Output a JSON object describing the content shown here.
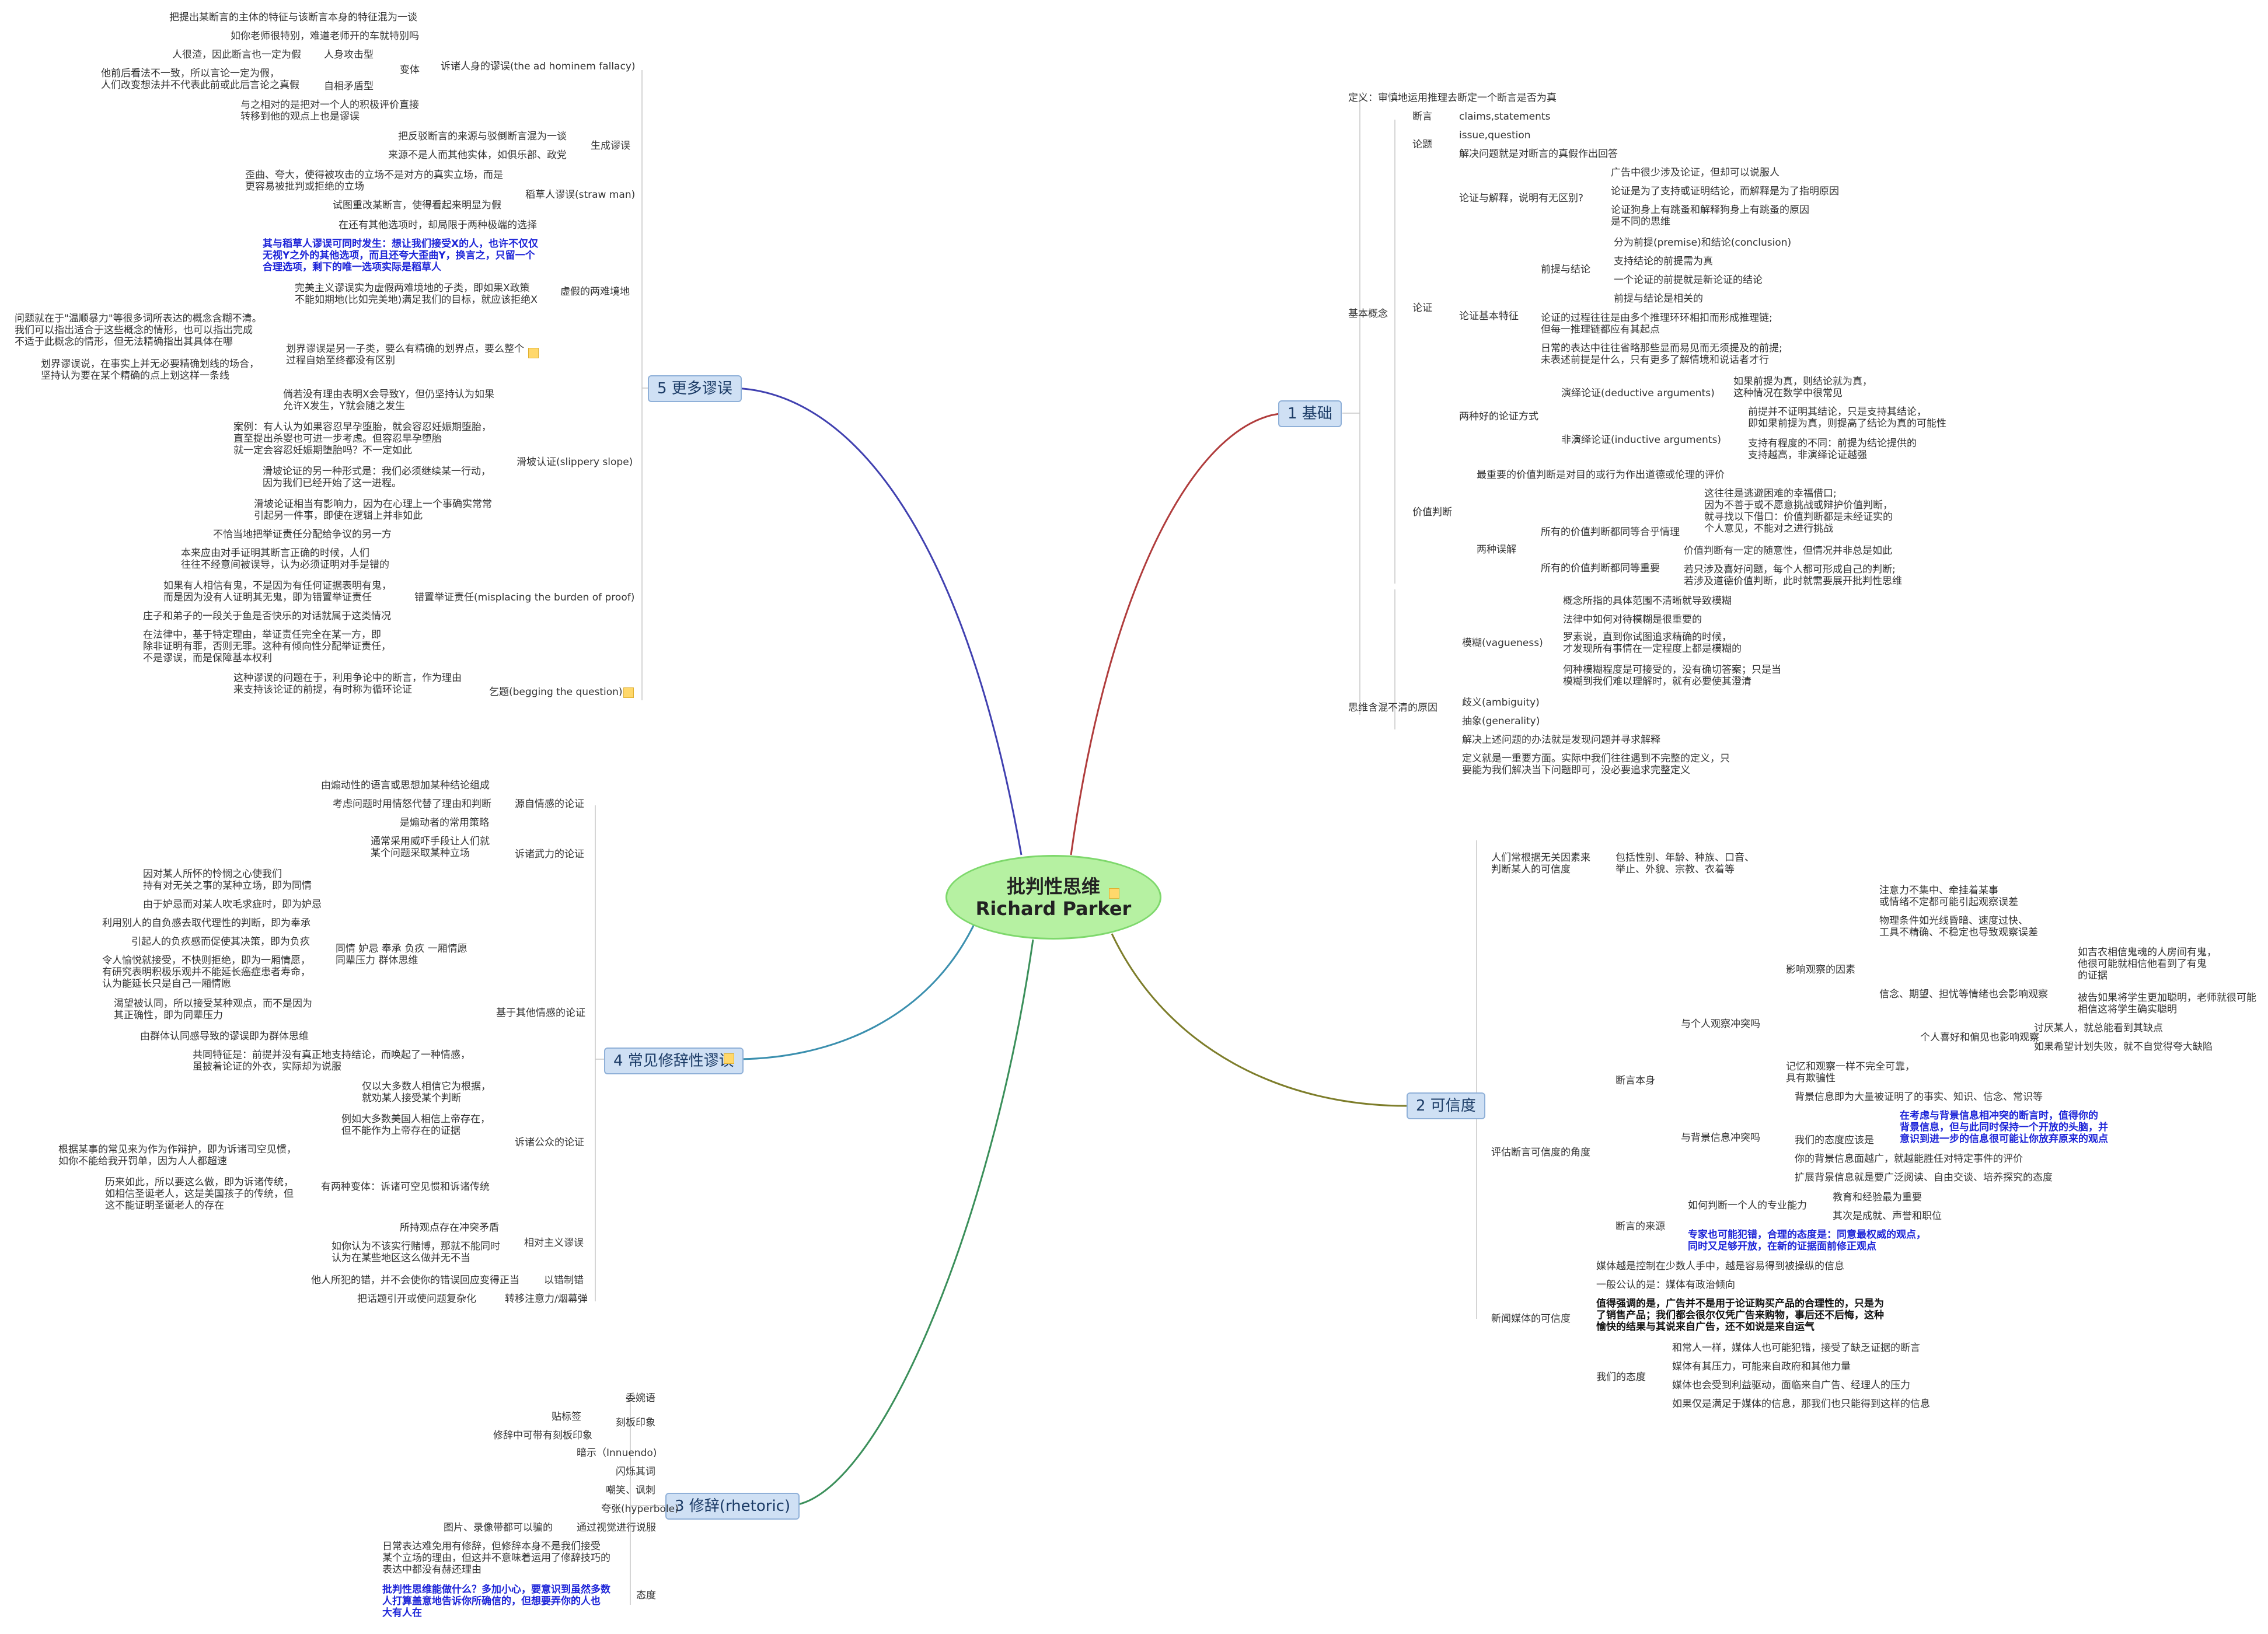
{
  "center": {
    "line1": "批判性思维",
    "line2": "Richard Parker"
  },
  "topics": {
    "t1": "1 基础",
    "t2": "2 可信度",
    "t3": "3 修辞(rhetoric)",
    "t4": "4 常见修辞性谬误",
    "t5": "5 更多谬误"
  },
  "colors": {
    "t1": "#b03c3c",
    "t2": "#7d7d2a",
    "t3": "#3a8f5a",
    "t4": "#3a8fae",
    "t5": "#4040b0",
    "center_fill": "#b6f1a2"
  },
  "icons": [
    "note-icon"
  ],
  "nodes": [
    "定义：审慎地运用推理去断定一个断言是否为真",
    "断言",
    "claims,statements",
    "论题",
    "issue,question",
    "解决问题就是对断言的真假作出回答",
    "论证与解释，说明有无区别?",
    "广告中很少涉及论证，但却可以说服人",
    "论证是为了支持或证明结论，而解释是为了指明原因",
    "论证狗身上有跳蚤和解释狗身上有跳蚤的原因\n是不同的思维",
    "论证",
    "前提与结论",
    "分为前提(premise)和结论(conclusion)",
    "支持结论的前提需为真",
    "一个论证的前提就是新论证的结论",
    "前提与结论是相关的",
    "论证基本特征",
    "论证的过程往往是由多个推理环环相扣而形成推理链;\n但每一推理链都应有其起点",
    "日常的表达中往往省略那些显而易见而无须提及的前提;\n未表述前提是什么，只有更多了解情境和说话者才行",
    "两种好的论证方式",
    "演绎论证(deductive arguments)",
    "如果前提为真，则结论就为真，\n这种情况在数学中很常见",
    "非演绎论证(inductive arguments)",
    "前提并不证明其结论，只是支持其结论，\n即如果前提为真，则提高了结论为真的可能性",
    "支持有程度的不同：前提为结论提供的\n支持越高，非演绎论证越强",
    "基本概念",
    "价值判断",
    "最重要的价值判断是对目的或行为作出道德或伦理的评价",
    "两种误解",
    "所有的价值判断都同等合乎情理",
    "这往往是逃避困难的幸福借口;\n因为不善于或不愿意挑战或辩护价值判断，\n就寻找以下借口：价值判断都是未经证实的\n个人意见，不能对之进行挑战",
    "所有的价值判断都同等重要",
    "价值判断有一定的随意性，但情况并非总是如此",
    "若只涉及喜好问题，每个人都可形成自己的判断;\n若涉及道德价值判断，此时就需要展开批判性思维",
    "思维含混不清的原因",
    "模糊(vagueness)",
    "概念所指的具体范围不清晰就导致模糊",
    "法律中如何对待模糊是很重要的",
    "罗素说，直到你试图追求精确的时候，\n才发现所有事情在一定程度上都是模糊的",
    "何种模糊程度是可接受的，没有确切答案；只是当\n模糊到我们难以理解时，就有必要使其澄清",
    "歧义(ambiguity)",
    "抽象(generality)",
    "解决上述问题的办法就是发现问题并寻求解释",
    "定义就是一重要方面。实际中我们往往遇到不完整的定义，只\n要能为我们解决当下问题即可，没必要追求完整定义",
    "人们常根据无关因素来\n判断某人的可信度",
    "包括性别、年龄、种族、口音、\n举止、外貌、宗教、衣着等",
    "评估断言可信度的角度",
    "断言本身",
    "与个人观察冲突吗",
    "影响观察的因素",
    "注意力不集中、牵挂着某事\n或情绪不定都可能引起观察误差",
    "物理条件如光线昏暗、速度过快、\n工具不精确、不稳定也导致观察误差",
    "信念、期望、担忧等情绪也会影响观察",
    "如吉农相信鬼魂的人房间有鬼，\n他很可能就相信他看到了有鬼\n的证据",
    "被告如果将学生更加聪明，老师就很可能\n相信这将学生确实聪明",
    "个人喜好和偏见也影响观察",
    "讨厌某人，就总能看到其缺点",
    "如果希望计划失败，就不自觉得夸大缺陷",
    "记忆和观察一样不完全可靠，\n具有欺骗性",
    "与背景信息冲突吗",
    "背景信息即为大量被证明了的事实、知识、信念、常识等",
    "我们的态度应该是",
    "在考虑与背景信息相冲突的断言时，值得你的\n背景信息，但与此同时保持一个开放的头脑，并\n意识到进一步的信息很可能让你放弃原来的观点",
    "你的背景信息面越广，就越能胜任对特定事件的评价",
    "扩展背景信息就是要广泛阅读、自由交谈、培养探究的态度",
    "断言的来源",
    "如何判断一个人的专业能力",
    "教育和经验最为重要",
    "其次是成就、声誉和职位",
    "专家也可能犯错，合理的态度是：同意最权威的观点，\n同时又足够开放，在新的证据面前修正观点",
    "新闻媒体的可信度",
    "媒体越是控制在少数人手中，越是容易得到被操纵的信息",
    "一般公认的是：媒体有政治倾向",
    "值得强调的是，广告并不是用于论证购买产品的合理性的，只是为\n了销售产品；我们都会很尔仅凭广告来购物，事后还不后悔，这种\n愉快的结果与其说来自广告，还不如说是来自运气",
    "我们的态度",
    "和常人一样，媒体人也可能犯错，接受了缺乏证据的断言",
    "媒体有其压力，可能来自政府和其他力量",
    "媒体也会受到利益驱动，面临来自广告、经理人的压力",
    "如果仅是满足于媒体的信息，那我们也只能得到这样的信息",
    "修辞中可带有刻板印象",
    "委婉语",
    "刻板印象",
    "贴标签",
    "暗示（Innuendo)",
    "闪烁其词",
    "嘲笑、讽刺",
    "夸张(hyperbole)",
    "通过视觉进行说服",
    "图片、录像带都可以骗的",
    "态度",
    "日常表达难免用有修辞，但修辞本身不是我们接受\n某个立场的理由，但这并不意味着运用了修辞技巧的\n表达中都没有赫还理由",
    "批判性思维能做什么？多加小心，要意识到虽然多数\n人打算盖意地告诉你所确信的，但想要弄你的人也\n大有人在",
    "源自情感的论证",
    "由煽动性的语言或思想加某种结论组成",
    "考虑问题时用情怒代替了理由和判断",
    "是煽动者的常用策略",
    "诉诸武力的论证",
    "通常采用威吓手段让人们就\n某个问题采取某种立场",
    "基于其他情感的论证",
    "同情 妒忌 奉承 负疚 一厢情愿\n同辈压力 群体思维",
    "因对某人所怀的怜悯之心使我们\n持有对无关之事的某种立场，即为同情",
    "由于妒忌而对某人吹毛求疵时，即为妒忌",
    "利用别人的自负感去取代理性的判断，即为奉承",
    "引起人的负疚感而促使其决策，即为负疚",
    "令人愉悦就接受，不快则拒绝，即为一厢情愿，\n有研究表明积极乐观并不能延长癌症患者寿命，\n认为能延长只是自己一厢情愿",
    "渴望被认同，所以接受某种观点，而不是因为\n其正确性，即为同辈压力",
    "由群体认同感导致的谬误即为群体思维",
    "共同特征是：前提并没有真正地支持结论，而唤起了一种情感，\n虽披着论证的外衣，实际却为说服",
    "诉诸公众的论证",
    "仅以大多数人相信它为根据，\n就劝某人接受某个判断",
    "例如大多数美国人相信上帝存在，\n但不能作为上帝存在的证据",
    "有两种变体：诉诸可空见惯和诉诸传统",
    "根据某事的常见来为作为作辩护，即为诉诸司空见惯，\n如你不能给我开罚单，因为人人都超速",
    "历来如此，所以要这么做，即为诉诸传统，\n如相信圣诞老人，这是美国孩子的传统，但\n这不能证明圣诞老人的存在",
    "相对主义谬误",
    "所持观点存在冲突矛盾",
    "如你认为不该实行赌博，那就不能同时\n认为在某些地区这么做并无不当",
    "以错制错",
    "他人所犯的错，并不会使你的错误回应变得正当",
    "转移注意力/烟幕弹",
    "把话题引开或使问题复杂化",
    "诉诸人身的谬误(the ad hominem fallacy)",
    "把提出某断言的主体的特征与该断言本身的特征混为一谈",
    "如你老师很特别，难道老师开的车就特别吗",
    "变体",
    "人身攻击型",
    "人很渣，因此断言也一定为假",
    "自相矛盾型",
    "他前后看法不一致，所以言论一定为假，\n人们改变想法并不代表此前或此后言论之真假",
    "与之相对的是把对一个人的积极评价直接\n转移到他的观点上也是谬误",
    "生成谬误",
    "把反驳断言的来源与驳倒断言混为一谈",
    "来源不是人而其他实体，如俱乐部、政党",
    "稻草人谬误(straw man)",
    "歪曲、夸大，使得被攻击的立场不是对方的真实立场，而是\n更容易被批判或拒绝的立场",
    "试图重改某断言，使得看起来明显为假",
    "虚假的两难境地",
    "在还有其他选项时，却局限于两种极端的选择",
    "其与稻草人谬误可同时发生：想让我们接受X的人，也许不仅仅\n无视Y之外的其他选项，而且还夸大歪曲Y，换言之，只留一个\n合理选项，剩下的唯一选项实际是稻草人",
    "完美主义谬误实为虚假两难境地的子类，即如果X政策\n不能如期地(比如完美地)满足我们的目标，就应该拒绝X",
    "划界谬误是另一子类，要么有精确的划界点，要么整个\n过程自始至终都没有区别",
    "问题就在于\"温顺暴力\"等很多词所表达的概念含糊不清。\n我们可以指出适合于这些概念的情形，也可以指出完成\n不适于此概念的情形，但无法精确指出其具体在哪",
    "划界谬误说，在事实上并无必要精确划线的场合，\n坚持认为要在某个精确的点上划这样一条线",
    "滑坡认证(slippery slope)",
    "倘若没有理由表明X会导致Y，但仍坚持认为如果\n允许X发生，Y就会随之发生",
    "案例：有人认为如果容忍早孕堕胎，就会容忍妊娠期堕胎，\n直至提出杀婴也可进一步考虑。但容忍早孕堕胎\n就一定会容忍妊娠期堕胎吗？不一定如此",
    "滑坡论证的另一种形式是：我们必须继续某一行动，\n因为我们已经开始了这一进程。",
    "滑坡论证相当有影响力，因为在心理上一个事确实常常\n引起另一件事，即使在逻辑上并非如此",
    "错置举证责任(misplacing the burden of proof)",
    "不恰当地把举证责任分配给争议的另一方",
    "本来应由对手证明其断言正确的时候，人们\n往往不经意间被误导，认为必须证明对手是错的",
    "如果有人相信有鬼，不是因为有任何证据表明有鬼，\n而是因为没有人证明其无鬼，即为错置举证责任",
    "庄子和弟子的一段关于鱼是否快乐的对话就属于这类情况",
    "在法律中，基于特定理由，举证责任完全在某一方，即\n除非证明有罪，否则无罪。这种有倾向性分配举证责任，\n不是谬误，而是保障基本权利",
    "乞题(begging the question)",
    "这种谬误的问题在于，利用争论中的断言，作为理由\n来支持该论证的前提，有时称为循环论证"
  ]
}
